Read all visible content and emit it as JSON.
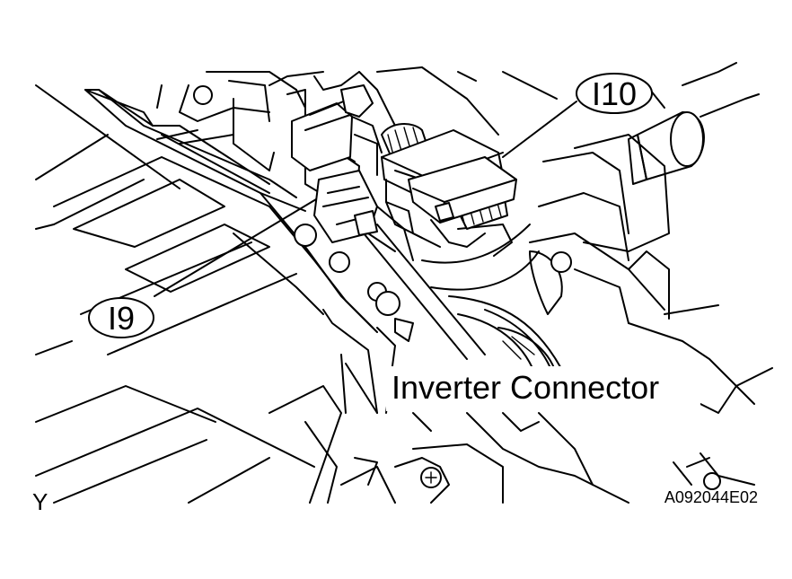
{
  "callouts": {
    "i10": "I10",
    "i9": "I9"
  },
  "label": "Inverter Connector",
  "view_letter": "Y",
  "figure_code": "A092044E02"
}
